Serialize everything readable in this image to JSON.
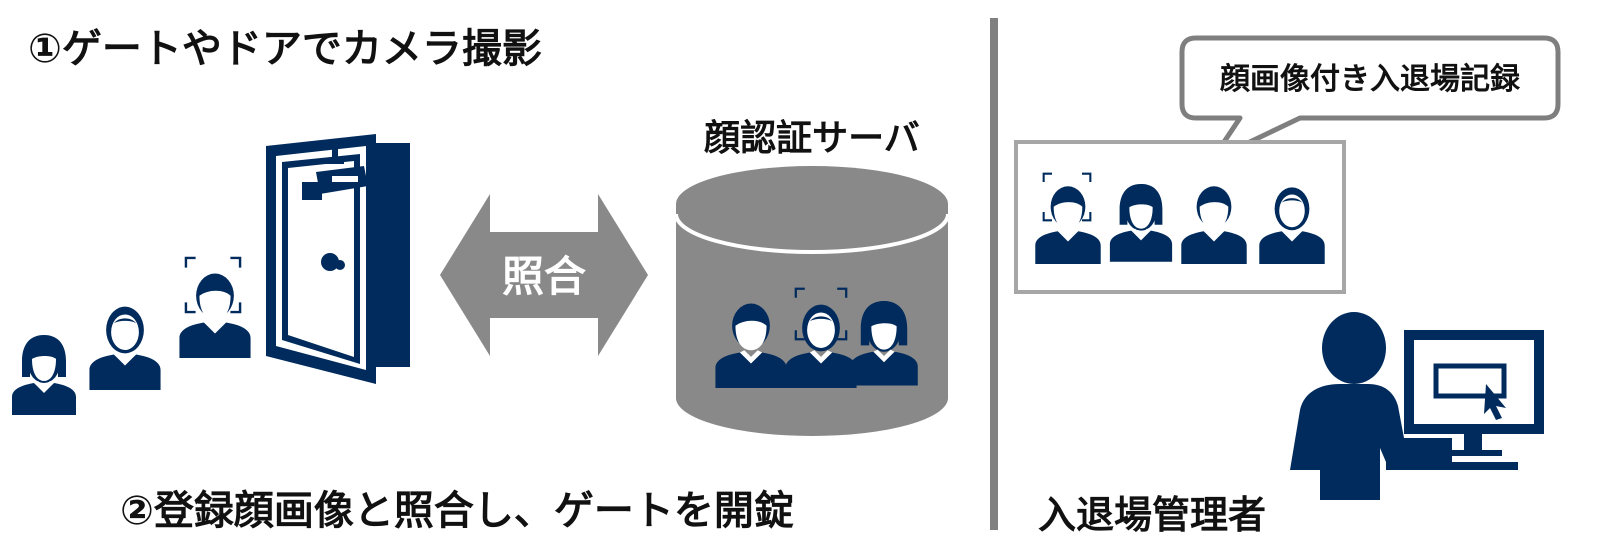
{
  "step1_label": "①ゲートやドアでカメラ撮影",
  "step2_label": "②登録顔画像と照合し、ゲートを開錠",
  "server_label": "顔認証サーバ",
  "match_label": "照合",
  "log_bubble_label": "顔画像付き入退場記録",
  "admin_label": "入退場管理者",
  "colors": {
    "navy": "#002B5C",
    "gray": "#898989",
    "dark_gray": "#7F7F7F",
    "light_gray": "#A6A6A6"
  }
}
